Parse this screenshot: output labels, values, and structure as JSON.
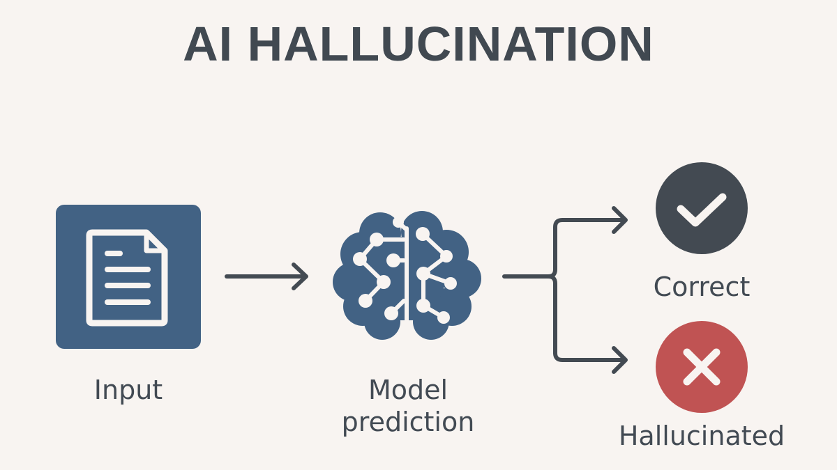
{
  "title": "AI HALLUCINATION",
  "nodes": {
    "input": {
      "label": "Input",
      "icon": "document-icon",
      "color": "#426284"
    },
    "model": {
      "label_line1": "Model",
      "label_line2": "prediction",
      "icon": "brain-network-icon",
      "color": "#426284"
    },
    "correct": {
      "label": "Correct",
      "icon": "checkmark-icon",
      "color": "#434a52"
    },
    "hallucinated": {
      "label": "Hallucinated",
      "icon": "x-mark-icon",
      "color": "#c05353"
    }
  },
  "colors": {
    "background": "#f8f4f1",
    "text": "#424a53",
    "arrow": "#434a52"
  }
}
